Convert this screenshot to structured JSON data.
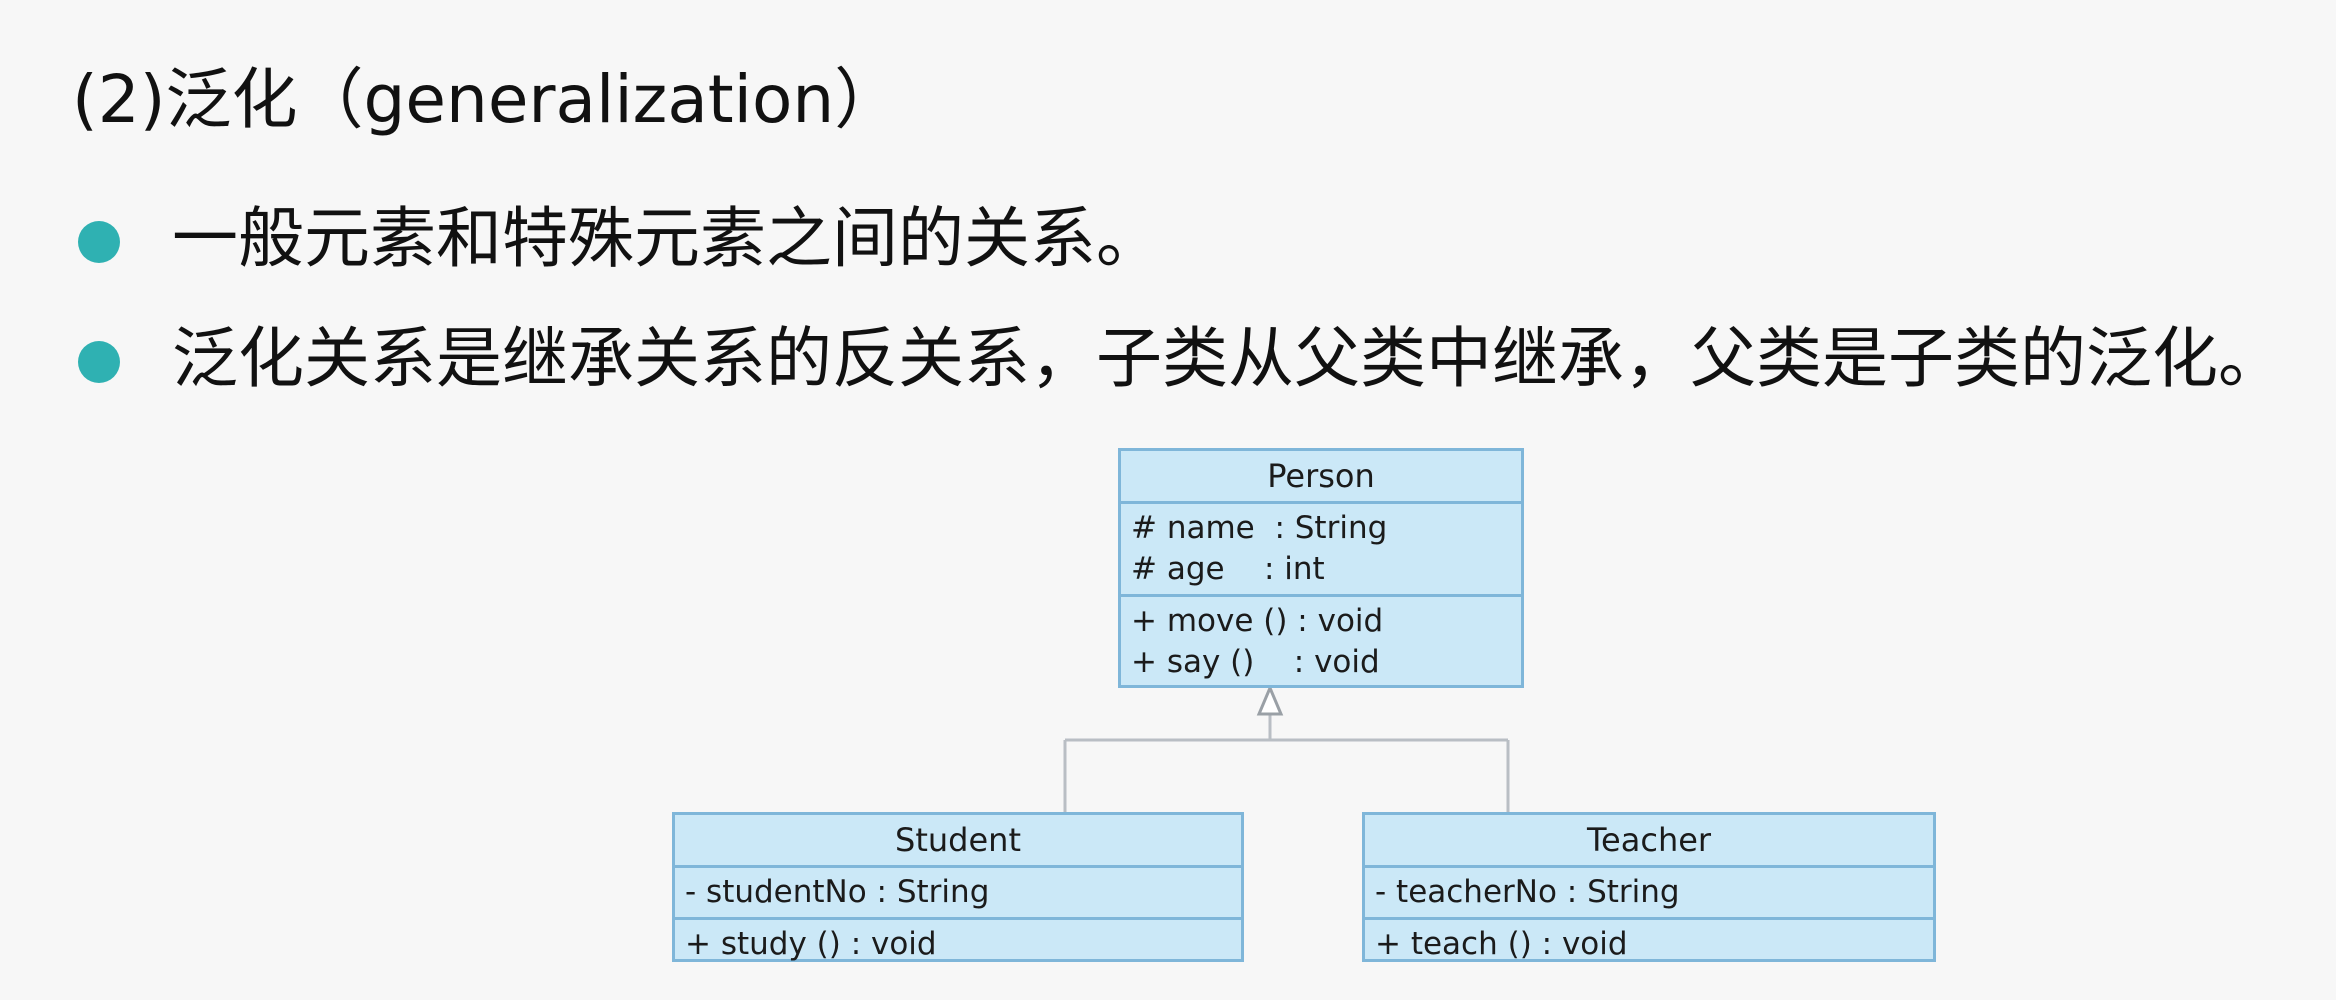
{
  "heading": "(2)泛化（generalization）",
  "bullets": [
    "一般元素和特殊元素之间的关系。",
    "泛化关系是继承关系的反关系，子类从父类中继承，父类是子类的泛化。"
  ],
  "diagram": {
    "classes": {
      "person": {
        "name": "Person",
        "attributes": [
          "# name  : String",
          "# age    : int"
        ],
        "operations": [
          "+ move () : void",
          "+ say ()    : void"
        ]
      },
      "student": {
        "name": "Student",
        "attributes": [
          "- studentNo : String"
        ],
        "operations": [
          "+ study () : void"
        ]
      },
      "teacher": {
        "name": "Teacher",
        "attributes": [
          "- teacherNo : String"
        ],
        "operations": [
          "+ teach () : void"
        ]
      }
    },
    "relationship": "generalization"
  },
  "colors": {
    "bullet": "#2fb1b2",
    "class_fill": "#cbe8f7",
    "class_border": "#7fb6d9",
    "connector": "#b9bec4"
  }
}
